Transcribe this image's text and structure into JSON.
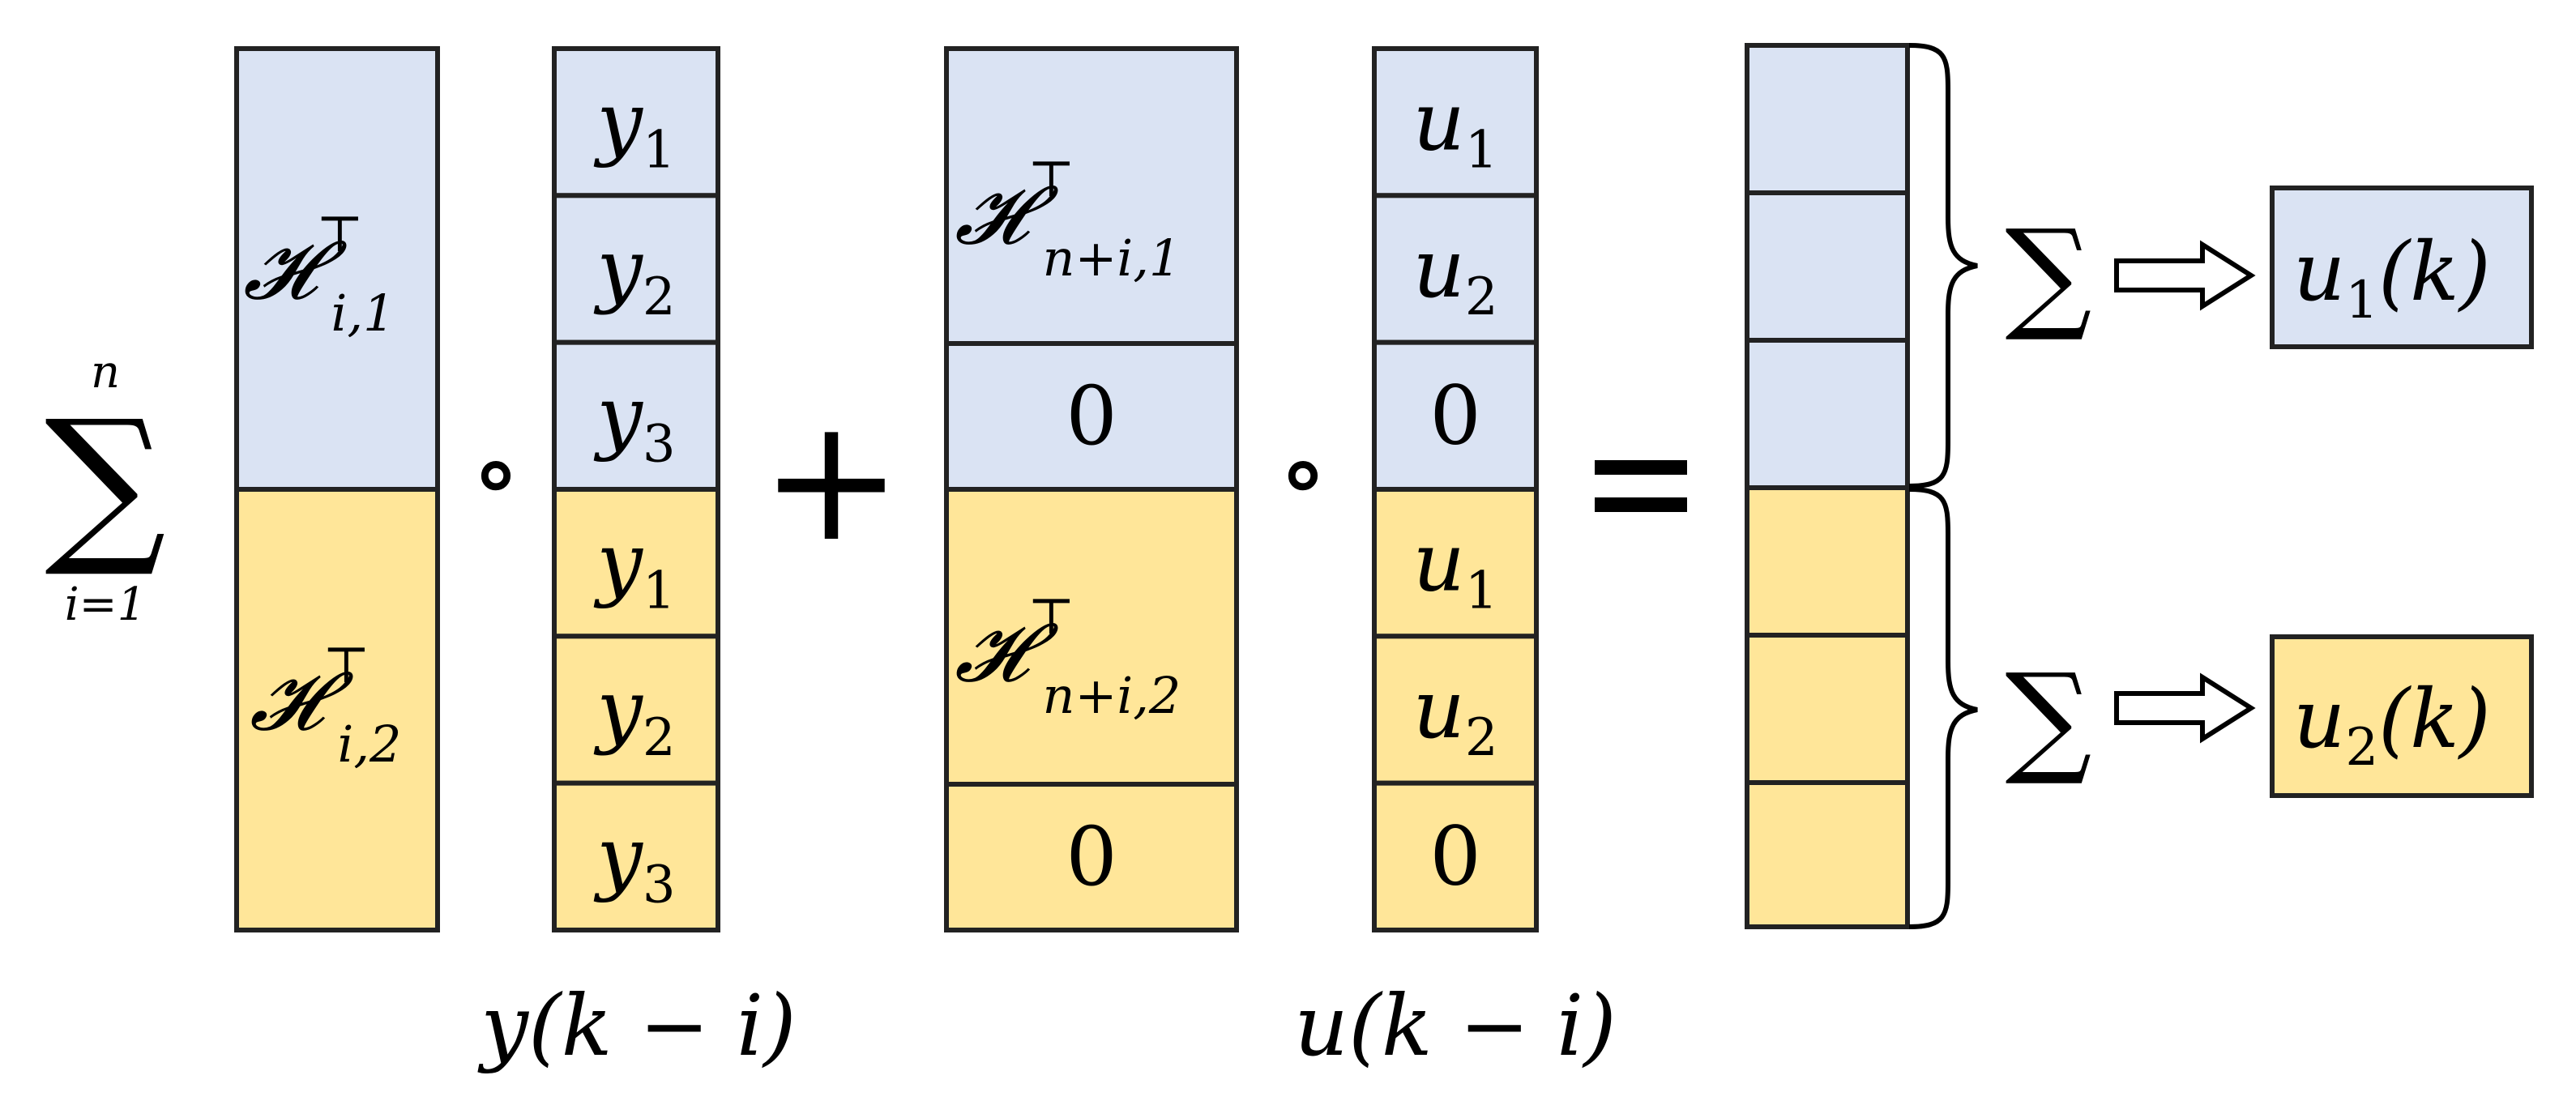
{
  "colors": {
    "blue": "#dae3f3",
    "yellow": "#ffe699",
    "stroke": "#222222"
  },
  "summation": {
    "upper": "n",
    "symbol": "∑",
    "lower": "i=1"
  },
  "h_matrix": {
    "top": {
      "base": "𝓗",
      "sup": "⊤",
      "sub": "i,1"
    },
    "bottom": {
      "base": "𝓗",
      "sup": "⊤",
      "sub": "i,2"
    }
  },
  "y_vector": {
    "cells": [
      {
        "base": "y",
        "sub": "1"
      },
      {
        "base": "y",
        "sub": "2"
      },
      {
        "base": "y",
        "sub": "3"
      },
      {
        "base": "y",
        "sub": "1"
      },
      {
        "base": "y",
        "sub": "2"
      },
      {
        "base": "y",
        "sub": "3"
      }
    ],
    "caption": "y(k − i)"
  },
  "operators": {
    "hadamard": "∘",
    "plus": "+",
    "equals": "="
  },
  "hu_matrix": {
    "top": {
      "base": "𝓗",
      "sup": "⊤",
      "sub": "n+i,1"
    },
    "top_zero": "0",
    "bottom": {
      "base": "𝓗",
      "sup": "⊤",
      "sub": "n+i,2"
    },
    "bottom_zero": "0"
  },
  "u_vector": {
    "cells": [
      {
        "base": "u",
        "sub": "1"
      },
      {
        "base": "u",
        "sub": "2"
      },
      {
        "text": "0"
      },
      {
        "base": "u",
        "sub": "1"
      },
      {
        "base": "u",
        "sub": "2"
      },
      {
        "text": "0"
      }
    ],
    "caption": "u(k − i)"
  },
  "outputs": [
    {
      "sum_symbol": "∑",
      "base": "u",
      "sub": "1",
      "arg": "(k)"
    },
    {
      "sum_symbol": "∑",
      "base": "u",
      "sub": "2",
      "arg": "(k)"
    }
  ]
}
